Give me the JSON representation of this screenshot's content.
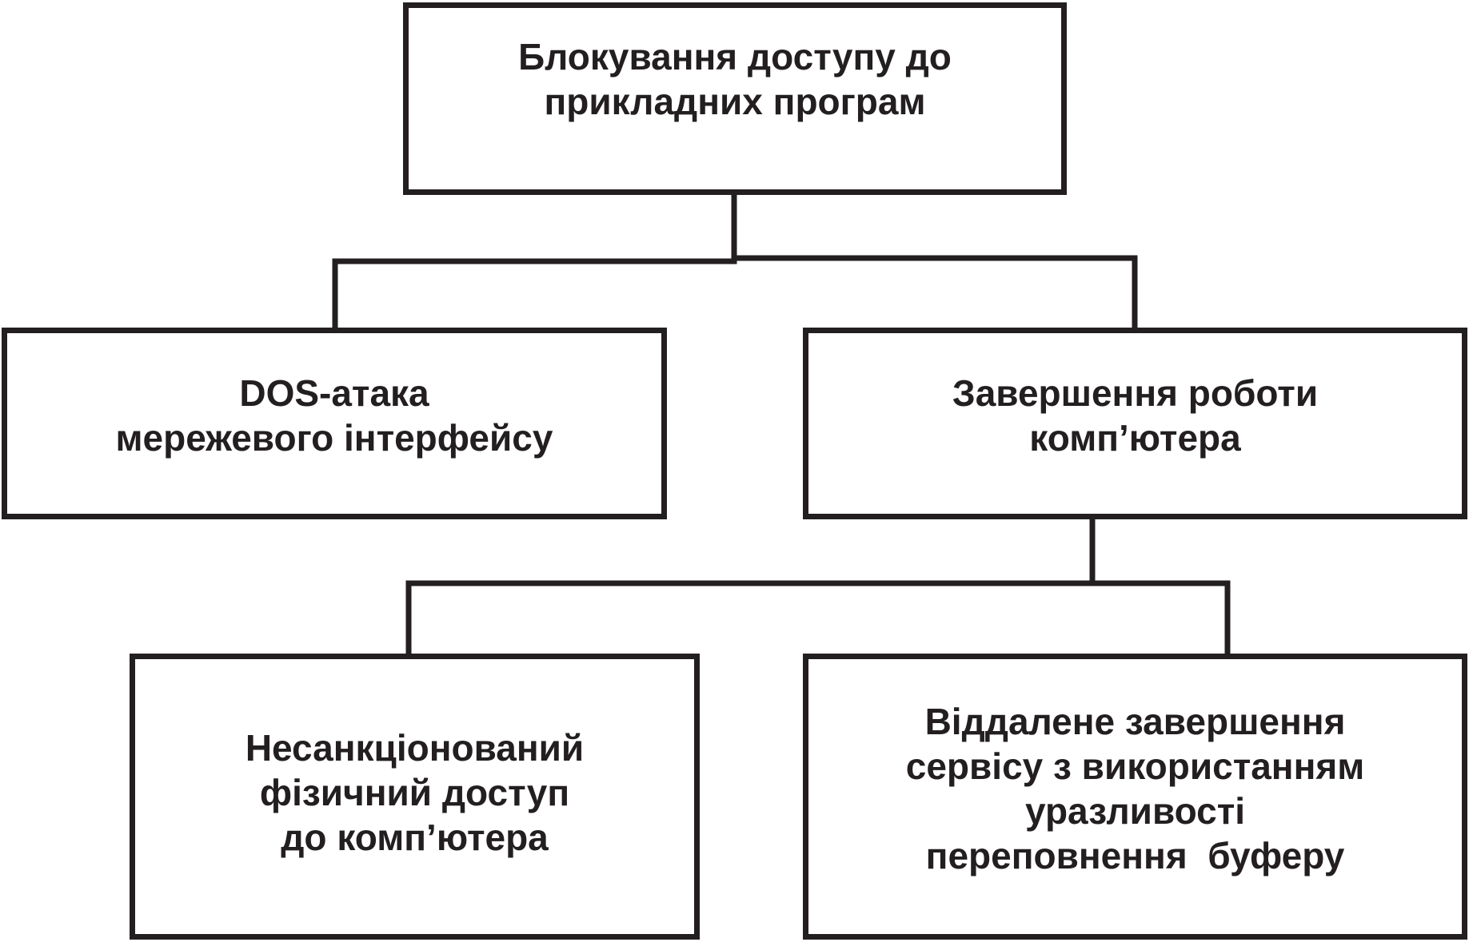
{
  "diagram": {
    "colors": {
      "stroke": "#231f20",
      "text": "#231f20",
      "background": "#ffffff"
    },
    "nodes": {
      "root": {
        "lines": [
          "Блокування доступу до",
          "прикладних програм"
        ]
      },
      "dos": {
        "lines": [
          "DOS-атака",
          "мережевого інтерфейсу"
        ]
      },
      "shutdown": {
        "lines": [
          "Завершення роботи",
          "комп’ютера"
        ]
      },
      "physical": {
        "lines": [
          "Несанкціонований",
          "фізичний доступ",
          "до комп’ютера"
        ]
      },
      "remote": {
        "lines": [
          "Віддалене завершення",
          "сервісу з використанням",
          "уразливості",
          "переповнення  буферу"
        ]
      }
    },
    "edges": [
      {
        "from": "root",
        "to": "dos"
      },
      {
        "from": "root",
        "to": "shutdown"
      },
      {
        "from": "shutdown",
        "to": "physical"
      },
      {
        "from": "shutdown",
        "to": "remote"
      }
    ]
  }
}
